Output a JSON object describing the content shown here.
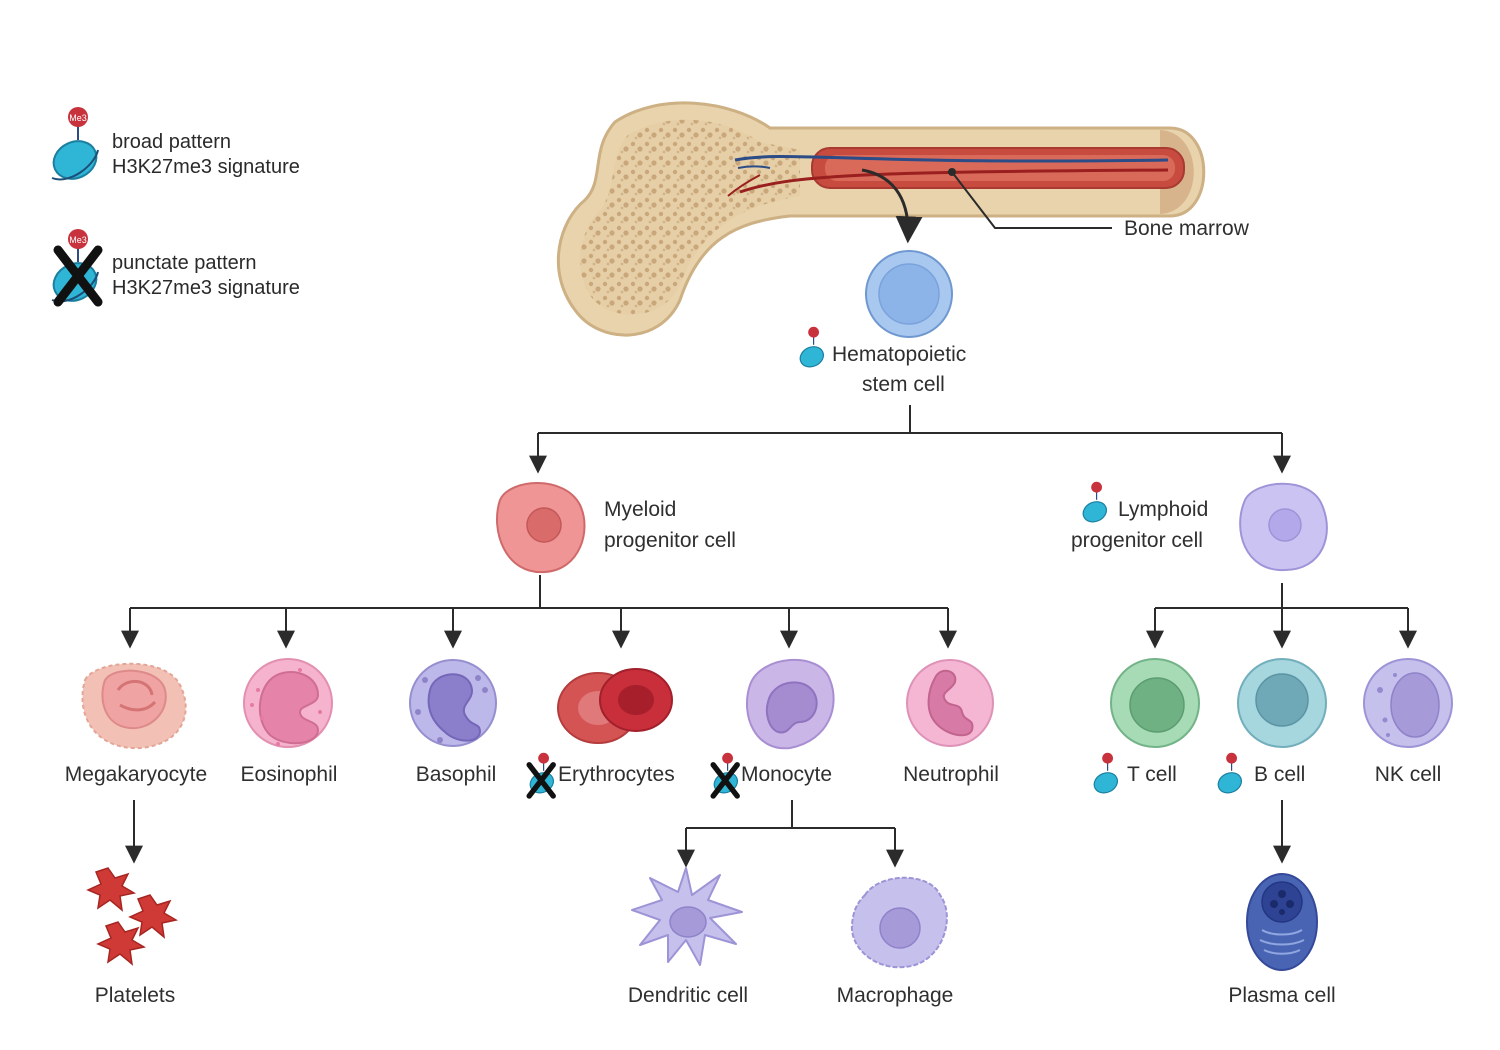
{
  "legend": {
    "badge_text": "Me3",
    "broad": {
      "line1": "broad pattern",
      "line2": "H3K27me3 signature"
    },
    "punctate": {
      "line1": "punctate pattern",
      "line2": "H3K27me3 signature"
    }
  },
  "bone_label": "Bone marrow",
  "stem_cell": {
    "line1": "Hematopoietic",
    "line2": "stem cell"
  },
  "myeloid": {
    "line1": "Myeloid",
    "line2": "progenitor cell"
  },
  "lymphoid": {
    "line1": "Lymphoid",
    "line2": "progenitor cell"
  },
  "myeloid_cells": {
    "megakaryocyte": "Megakaryocyte",
    "eosinophil": "Eosinophil",
    "basophil": "Basophil",
    "erythrocytes": "Erythrocytes",
    "monocyte": "Monocyte",
    "neutrophil": "Neutrophil"
  },
  "lymphoid_cells": {
    "t_cell": "T cell",
    "b_cell": "B cell",
    "nk_cell": "NK cell"
  },
  "derived": {
    "platelets": "Platelets",
    "dendritic": "Dendritic cell",
    "macrophage": "Macrophage",
    "plasma": "Plasma cell"
  },
  "colors": {
    "nucleosome": "#2fb5d6",
    "badge": "#c8323c",
    "arrow": "#2b2b2b",
    "stem": "#9fc3ee",
    "myeloid": "#ee8f8f",
    "lymphoid": "#c9c1ef"
  }
}
